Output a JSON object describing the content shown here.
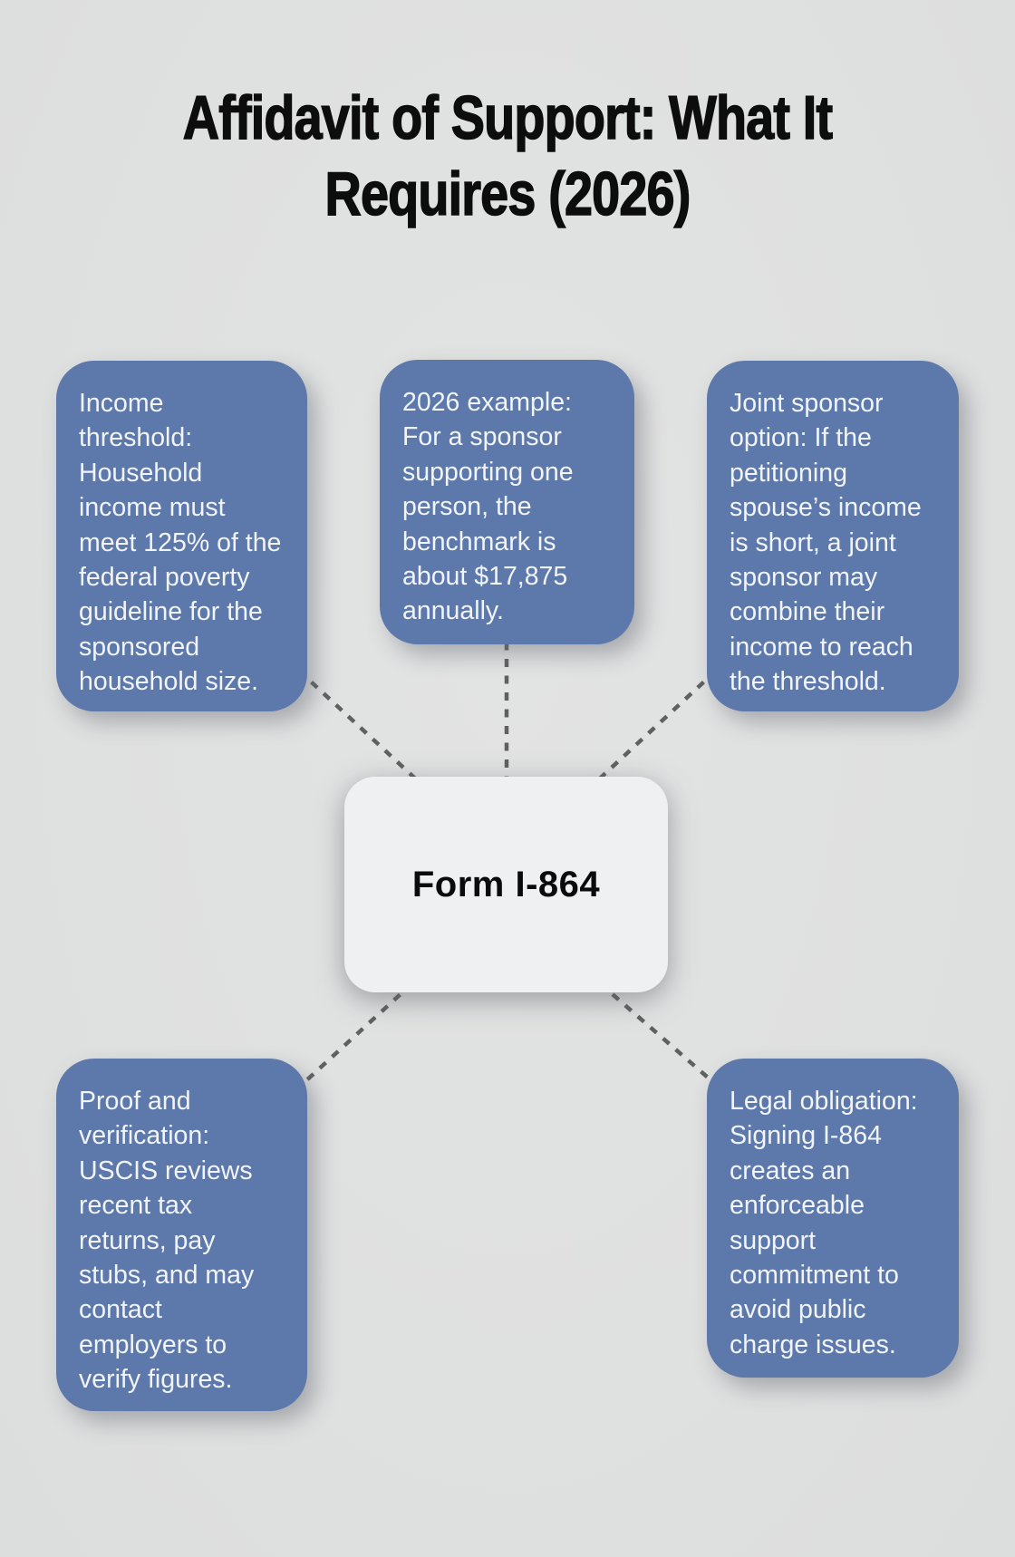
{
  "title": {
    "line1": "Affidavit of Support: What It",
    "line2": "Requires (2026)"
  },
  "center": {
    "label": "Form I-864"
  },
  "nodes": [
    {
      "id": "income-threshold",
      "text": "Income\nthreshold:\nHousehold\nincome must\nmeet 125% of the\nfederal poverty\nguideline for the\nsponsored\nhousehold size."
    },
    {
      "id": "example-2026",
      "text": "2026 example:\nFor a sponsor\nsupporting one\nperson, the\nbenchmark is\nabout $17,875\nannually."
    },
    {
      "id": "joint-sponsor",
      "text": "Joint sponsor\noption: If the\npetitioning\nspouse’s income\nis short, a joint\nsponsor may\ncombine their\nincome to reach\nthe threshold."
    },
    {
      "id": "proof-verification",
      "text": "Proof and\nverification:\nUSCIS reviews\nrecent tax\nreturns, pay\nstubs, and may\ncontact\nemployers to\nverify figures."
    },
    {
      "id": "legal-obligation",
      "text": "Legal obligation:\nSigning I-864\ncreates an\nenforceable\nsupport\ncommitment to\navoid public\ncharge issues."
    }
  ],
  "colors": {
    "background": "#dfe0e0",
    "node_fill": "#5d78aa",
    "node_text": "#f1f4f8",
    "center_fill": "#eef0f1",
    "center_text": "#0b0b0c",
    "connector": "#5f6061",
    "title_text": "#0d0d0d"
  }
}
